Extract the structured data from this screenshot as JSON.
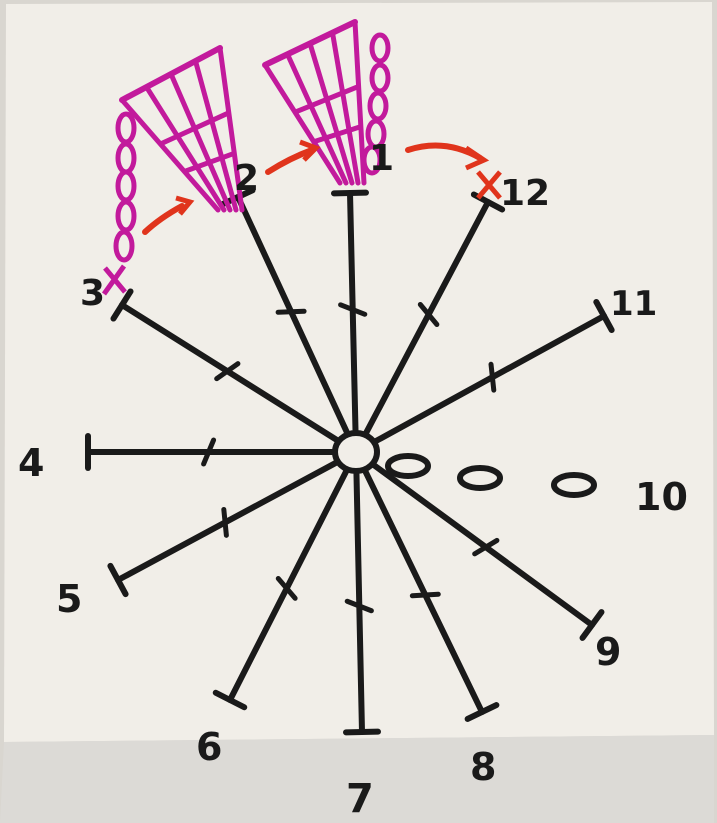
{
  "diagram": {
    "ink_color": "#1a1a1a",
    "magenta_color": "#c21a9c",
    "arrow_color": "#e0341c",
    "paper_color": "#f1eee8",
    "spoke_labels": [
      {
        "id": "1",
        "text": "1"
      },
      {
        "id": "2",
        "text": "2"
      },
      {
        "id": "3",
        "text": "3"
      },
      {
        "id": "4",
        "text": "4"
      },
      {
        "id": "5",
        "text": "5"
      },
      {
        "id": "6",
        "text": "6"
      },
      {
        "id": "7",
        "text": "7"
      },
      {
        "id": "8",
        "text": "8"
      },
      {
        "id": "9",
        "text": "9"
      },
      {
        "id": "10",
        "text": "10"
      },
      {
        "id": "11",
        "text": "11"
      },
      {
        "id": "12",
        "text": "12"
      }
    ]
  }
}
